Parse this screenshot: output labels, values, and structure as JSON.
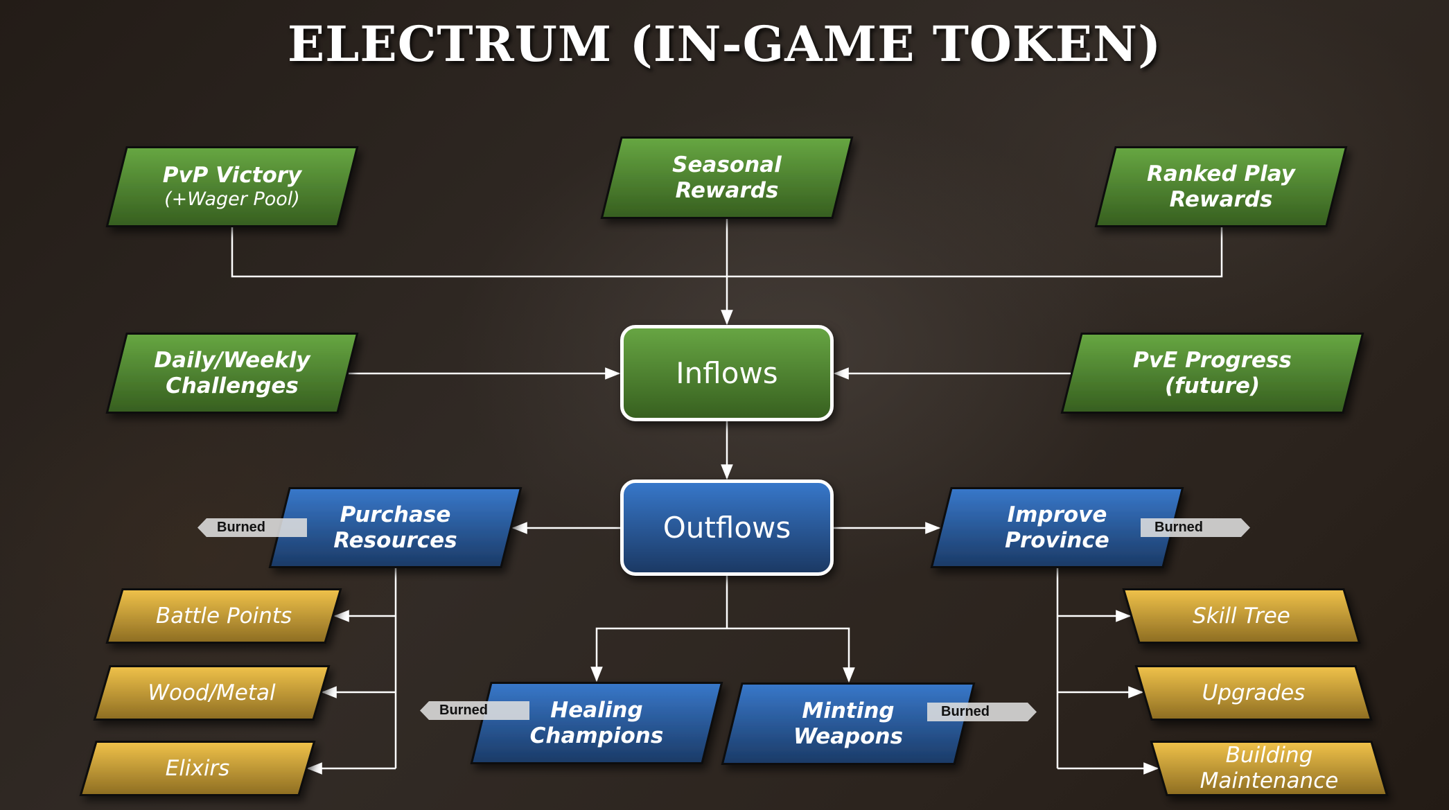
{
  "title": "ELECTRUM (IN-GAME TOKEN)",
  "colors": {
    "inflow_green": "#5a9a3b",
    "outflow_blue": "#2c62a8",
    "resource_gold": "#d9ad3f",
    "burn_tag": "#d6d6d6",
    "connector": "#ffffff"
  },
  "inflow_sources": [
    {
      "id": "pvp",
      "label": "PvP Victory",
      "sub": "(+Wager Pool)"
    },
    {
      "id": "seasonal",
      "label": "Seasonal Rewards",
      "sub": ""
    },
    {
      "id": "ranked",
      "label": "Ranked Play Rewards",
      "sub": ""
    },
    {
      "id": "daily",
      "label": "Daily/Weekly Challenges",
      "sub": ""
    },
    {
      "id": "pve",
      "label": "PvE Progress (future)",
      "sub": ""
    }
  ],
  "hubs": {
    "inflows": "Inflows",
    "outflows": "Outflows"
  },
  "outflow_sinks": [
    {
      "id": "purchase",
      "label": "Purchase Resources",
      "burn": "Burned"
    },
    {
      "id": "improve",
      "label": "Improve Province",
      "burn": "Burned"
    },
    {
      "id": "healing",
      "label": "Healing Champions",
      "burn": "Burned"
    },
    {
      "id": "minting",
      "label": "Minting Weapons",
      "burn": "Burned"
    }
  ],
  "purchase_items": [
    "Battle Points",
    "Wood/Metal",
    "Elixirs"
  ],
  "improve_items": [
    "Skill Tree",
    "Upgrades",
    "Building Maintenance"
  ]
}
